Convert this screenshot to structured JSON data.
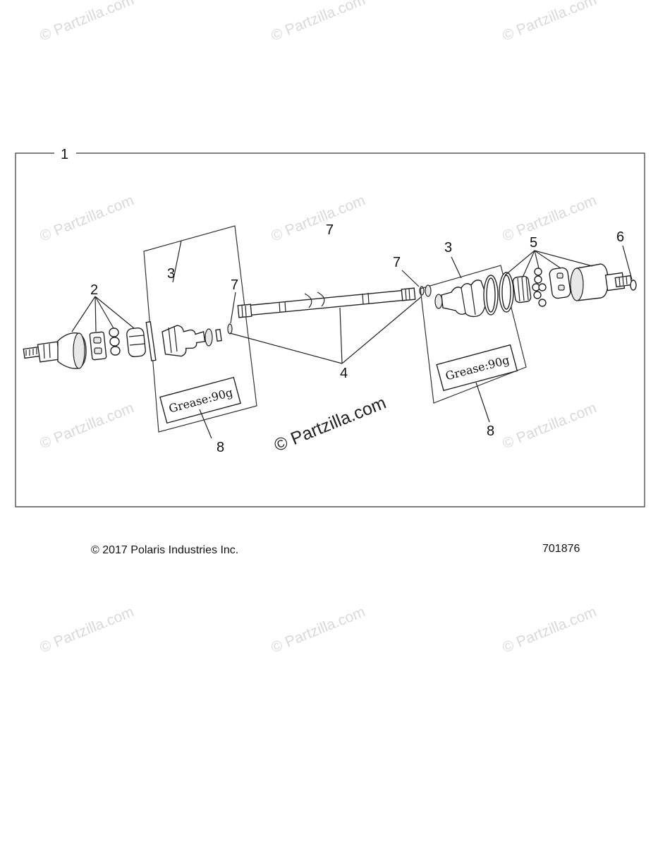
{
  "callouts": {
    "assembly": "1",
    "outer_joint_parts": "2",
    "boot_kit_left": "3",
    "boot_kit_right": "3",
    "clip_center": "7",
    "clip_left": "7",
    "clip_right": "7",
    "shaft": "4",
    "inner_joint_parts": "5",
    "snap_ring": "6",
    "grease_left": "8",
    "grease_right": "8"
  },
  "grease_label": "Grease:90g",
  "watermark": "© Partzilla.com",
  "footer": {
    "copyright": "© 2017 Polaris Industries Inc.",
    "drawing_number": "701876"
  },
  "colors": {
    "line": "#222222",
    "watermark": "#d9d9d9",
    "background": "#ffffff"
  }
}
